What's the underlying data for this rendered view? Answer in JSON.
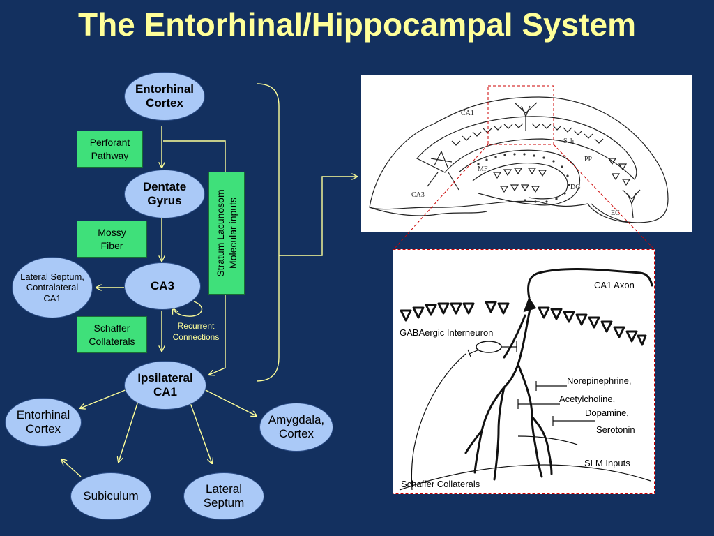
{
  "title": "The Entorhinal/Hippocampal System",
  "nodes": {
    "entorhinal_top": "Entorhinal Cortex",
    "dentate": "Dentate Gyrus",
    "ca3": "CA3",
    "lateral_septum_contra": "Lateral Septum, Contralateral CA1",
    "ca1": "Ipsilateral CA1",
    "entorhinal_bottom": "Entorhinal Cortex",
    "amygdala": "Amygdala, Cortex",
    "subiculum": "Subiculum",
    "lateral_septum": "Lateral Septum"
  },
  "pathways": {
    "perforant": "Perforant Pathway",
    "mossy": "Mossy Fiber",
    "schaffer": "Schaffer Collaterals",
    "recurrent": "Recurrent Connections",
    "stratum": "Stratum Lacunosom Molecular inputs"
  },
  "hippocampus_labels": {
    "ca1": "CA1",
    "sch": "Sch",
    "pp": "PP",
    "mf": "MF",
    "dg": "DG",
    "ca3": "CA3",
    "ec": "EC"
  },
  "detail_labels": {
    "ca1_axon": "CA1 Axon",
    "gaba": "GABAergic Interneuron",
    "neuromod_1": "Norepinephrine,",
    "neuromod_2": "Acetylcholine,",
    "neuromod_3": "Dopamine,",
    "neuromod_4": "Serotonin",
    "slm": "SLM Inputs",
    "schaffer": "Schaffer Collaterals"
  },
  "colors": {
    "background": "#13305f",
    "title": "#ffff99",
    "node_fill": "#aac9f7",
    "pathway_fill": "#3fe07a",
    "arrow": "#ffff99",
    "zoom_box": "#cc0000"
  }
}
